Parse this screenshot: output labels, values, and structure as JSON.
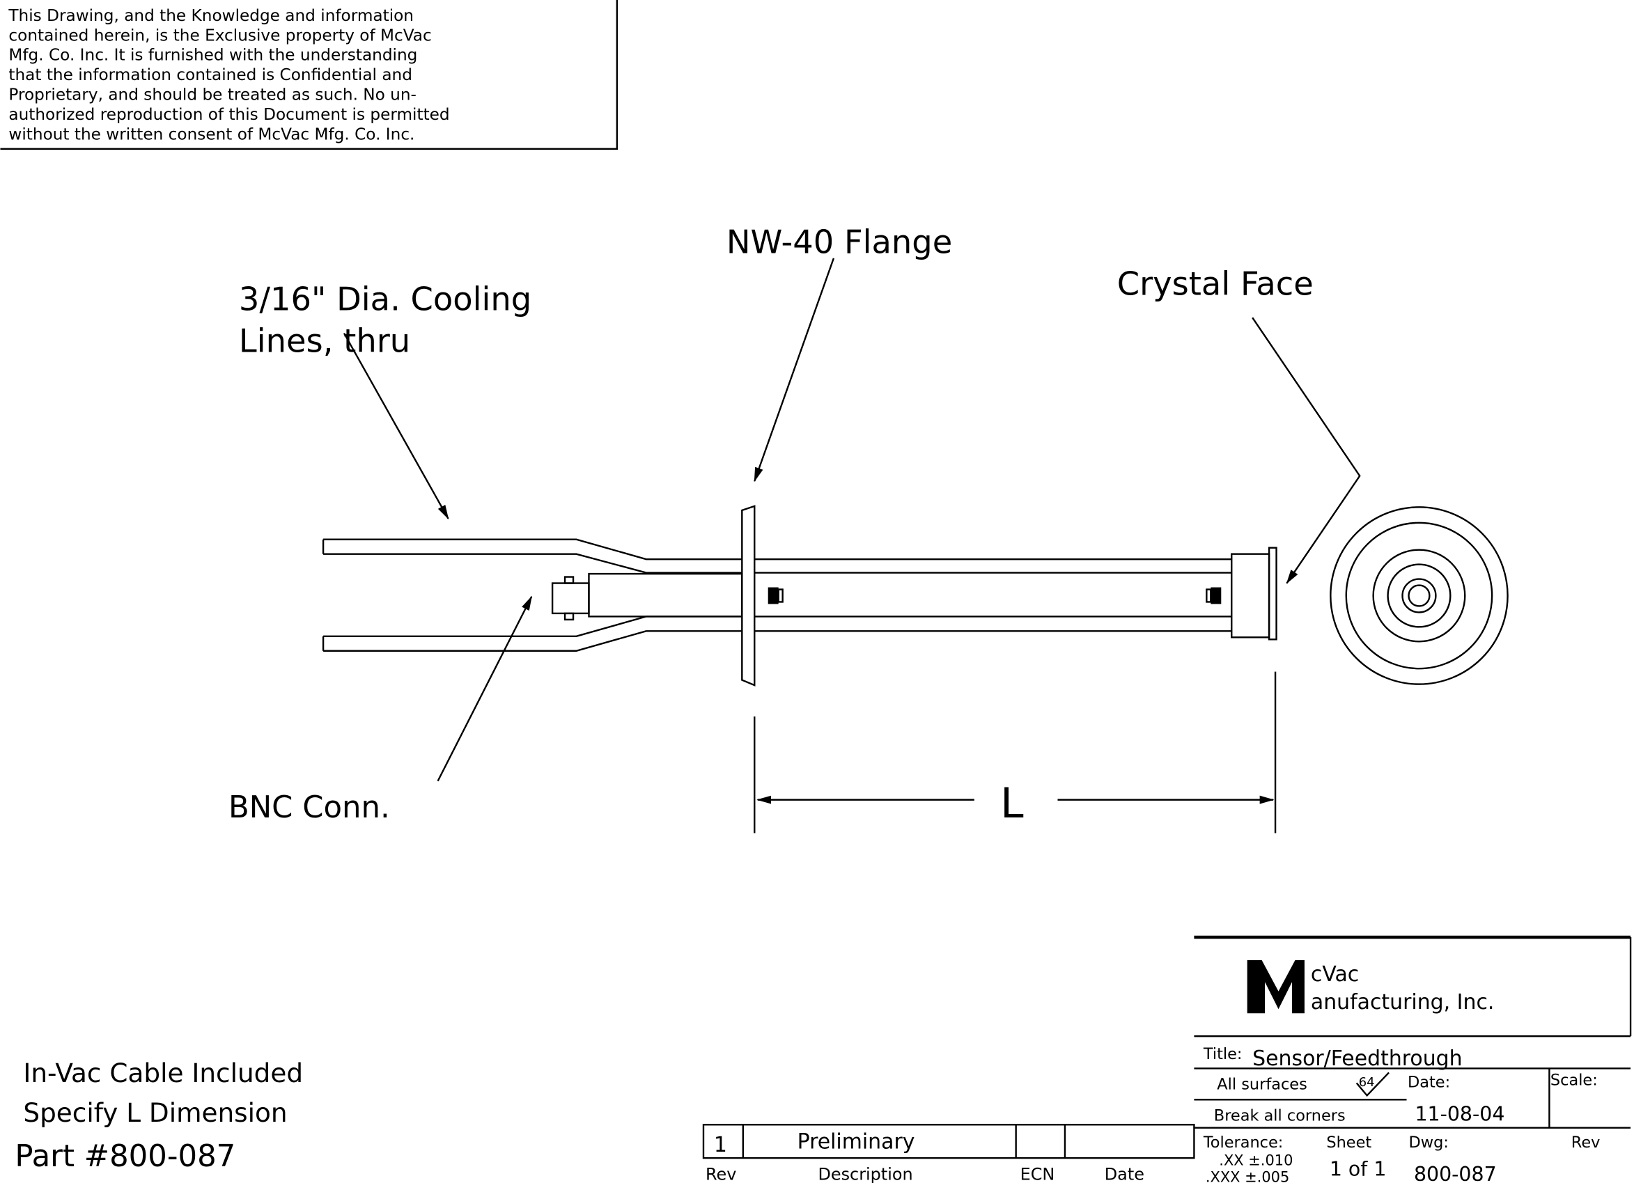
{
  "disclaimer": {
    "lines": [
      "This Drawing, and the Knowledge and information",
      "contained herein, is the Exclusive property of McVac",
      "Mfg. Co. Inc. It is furnished with the understanding",
      "that the information contained is Confidential and",
      "Proprietary, and should be treated as such. No un-",
      "authorized reproduction of this Document is permitted",
      "without the written consent of McVac Mfg. Co. Inc."
    ]
  },
  "callouts": {
    "flange": "NW-40 Flange",
    "cooling_1": "3/16\" Dia. Cooling",
    "cooling_2": "Lines, thru",
    "crystal": "Crystal Face",
    "bnc": "BNC Conn.",
    "dimension": "L"
  },
  "notes": {
    "cable": "In-Vac Cable Included",
    "specify": "Specify L Dimension",
    "part": "Part #800-087"
  },
  "title_block": {
    "logo_letter": "M",
    "company_1": "cVac",
    "company_2": "anufacturing, Inc.",
    "title_label": "Title:",
    "title_value": "Sensor/Feedthrough",
    "surfaces": "All surfaces",
    "finish": "64",
    "corners": "Break all corners",
    "date_label": "Date:",
    "date_value": "11-08-04",
    "scale_label": "Scale:",
    "tolerance_label": "Tolerance:",
    "tol_xx": ".XX  ±.010",
    "tol_xxx": ".XXX  ±.005",
    "sheet_label": "Sheet",
    "sheet_value": "1  of  1",
    "dwg_label": "Dwg:",
    "dwg_value": "800-087",
    "rev_label": "Rev"
  },
  "revision_table": {
    "rev": "1",
    "description": "Preliminary",
    "ecn": "",
    "date": "",
    "headers": {
      "rev": "Rev",
      "description": "Description",
      "ecn": "ECN",
      "date": "Date"
    }
  }
}
